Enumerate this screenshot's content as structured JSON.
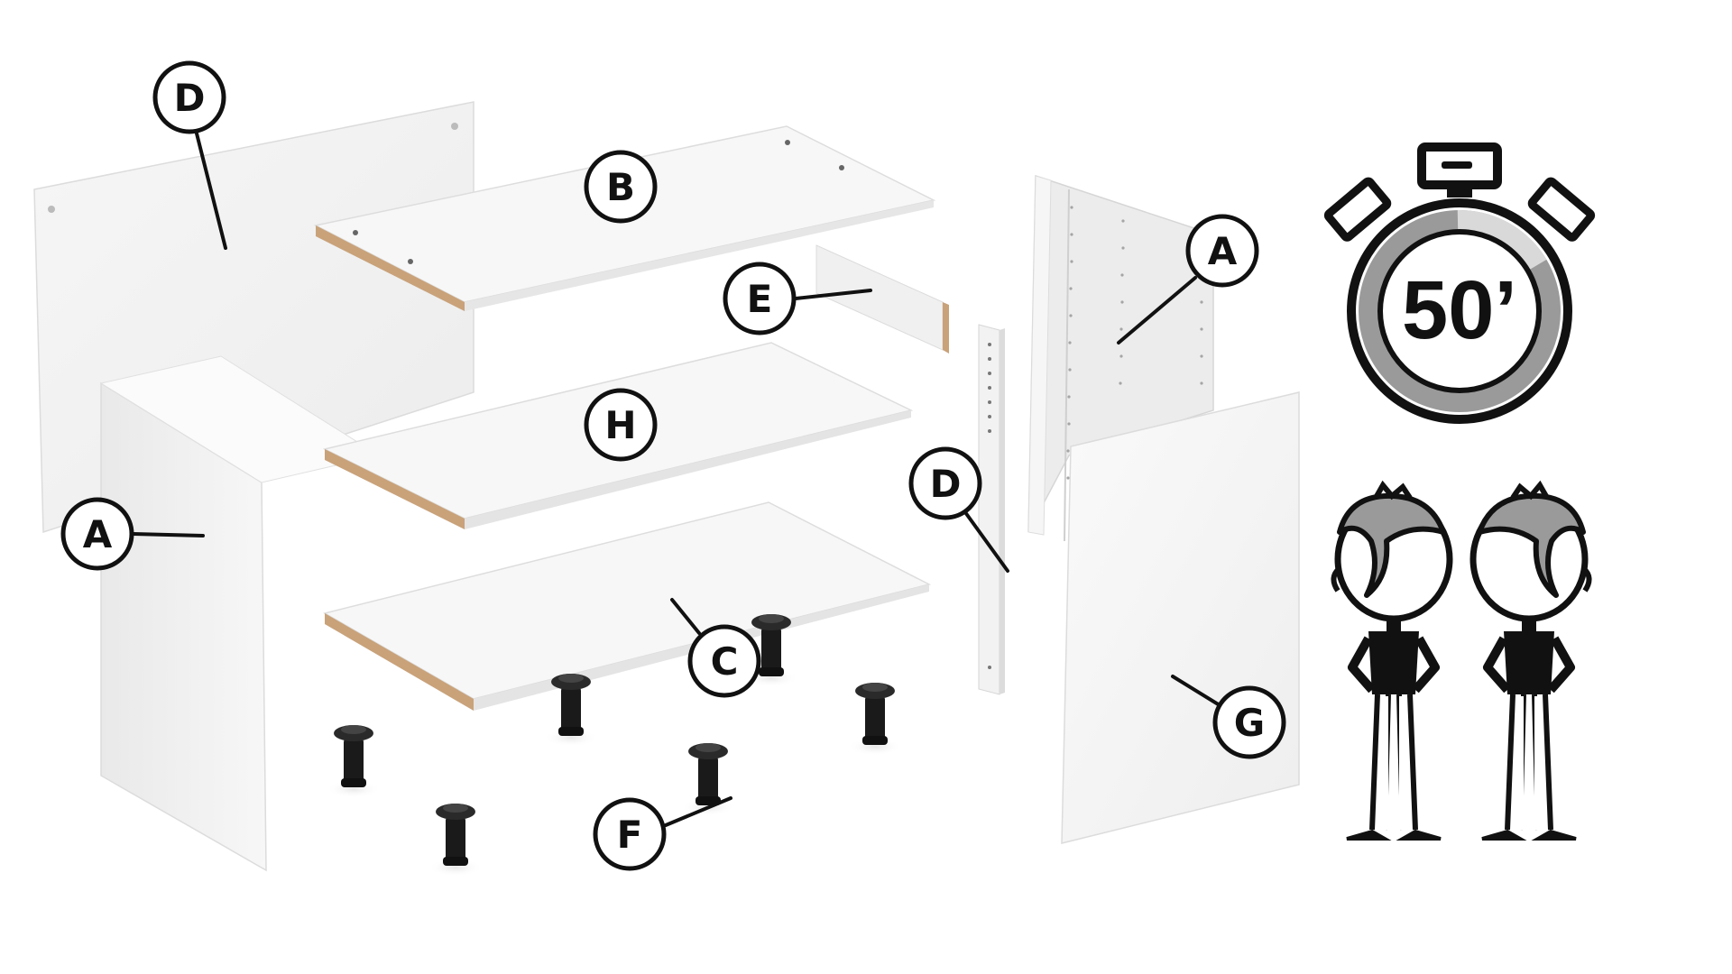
{
  "diagram": {
    "callouts": [
      {
        "id": "d-back",
        "letter": "D"
      },
      {
        "id": "b-top",
        "letter": "B"
      },
      {
        "id": "e-rail",
        "letter": "E"
      },
      {
        "id": "a-right",
        "letter": "A"
      },
      {
        "id": "h-shelf",
        "letter": "H"
      },
      {
        "id": "a-left",
        "letter": "A"
      },
      {
        "id": "d-strip",
        "letter": "D"
      },
      {
        "id": "c-bottom",
        "letter": "C"
      },
      {
        "id": "f-legs",
        "letter": "F"
      },
      {
        "id": "g-door",
        "letter": "G"
      }
    ],
    "assembly_time": {
      "label": "50’",
      "icon": "stopwatch-icon"
    },
    "people_required": {
      "count": 2,
      "icon": "person-icon"
    }
  },
  "colors": {
    "panel": "#f4f4f4",
    "panel_shade": "#e3e3e3",
    "edge_wood": "#c9a27a",
    "ink": "#111111",
    "grey": "#9a9a9a",
    "leg": "#1a1a1a"
  }
}
